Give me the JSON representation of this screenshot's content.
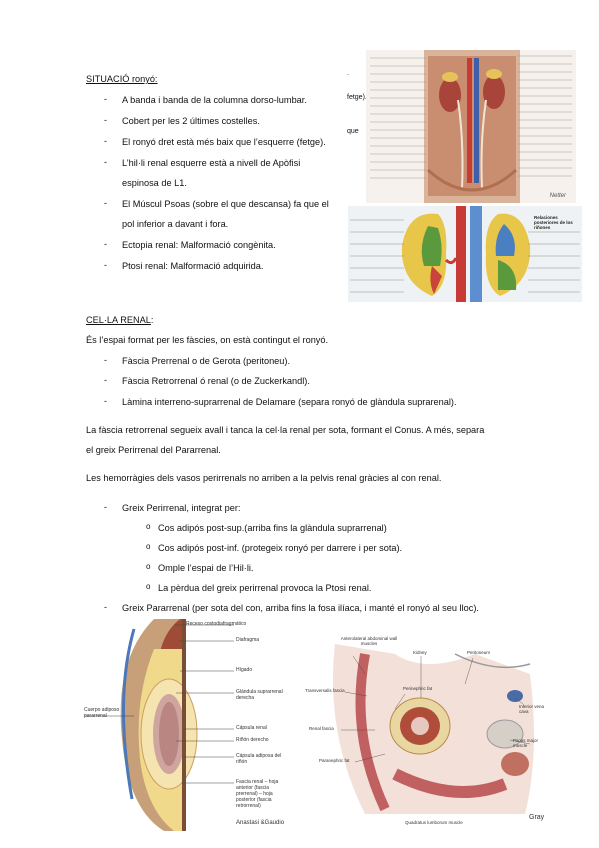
{
  "situacio": {
    "heading": "SITUACIÓ ronyó:",
    "items": [
      "A banda i banda de la columna dorso-lumbar.",
      "Cobert per les 2 últimes costelles.",
      "El ronyó dret està més baix que l’esquerre (fetge).",
      "L’hil·li renal esquerre està a nivell de Apòfisi",
      "espinosa de L1.",
      "El Múscul Psoas (sobre el que descansa) fa que el",
      "pol inferior a davant i fora.",
      "Ectopia renal: Malformació congènita.",
      "Ptosi renal: Malformació adquirida."
    ],
    "edge_fragments": [
      ".",
      "fetge).",
      "que"
    ]
  },
  "cella": {
    "heading": "CEL·LA RENAL",
    "heading_colon": ":",
    "intro": "És l’espai format per les fàscies, on està contingut el ronyó.",
    "items": [
      "Fàscia Prerrenal o de Gerota (peritoneu).",
      "Fàscia Retrorrenal ó renal (o de Zuckerkandl).",
      "Làmina interreno-suprarrenal de Delamare (separa ronyó de glàndula suprarenal)."
    ],
    "para1_line1": "La fàscia retrorrenal segueix avall i tanca la cel·la renal per sota, formant el Conus. A més, separa",
    "para1_line2": "el greix Perirrenal del Pararrenal.",
    "para2": "Les hemorràgies dels vasos perirrenals no arriben a la pelvis renal gràcies al con renal.",
    "greix_perirrenal": "Greix Perirrenal, integrat per:",
    "sub_items": [
      "Cos adipós post-sup.(arriba fins la glàndula suprarrenal)",
      "Cos adipós post-inf. (protegeix ronyó per darrere i per sota).",
      "Omple l’espai de l’Hil·li.",
      "La pèrdua del greix perirrenal provoca la Ptosi renal."
    ],
    "greix_pararrenal": "Greix Pararrenal (per sota del con, arriba fins la fosa ilíaca, i manté el ronyó al seu lloc).",
    "bullet": "-",
    "sub_bullet": "o"
  },
  "figure_top_right": {
    "signature": "Netter"
  },
  "figure_mid_right": {
    "title": "Relaciones posteriores de los riñones"
  },
  "figure_bottom_left": {
    "labels": [
      "Receso costodiafragmático",
      "Diafragma",
      "Hígado",
      "Glándula suprarrenal derecha",
      "Cápsula renal",
      "Riñón derecho",
      "Cápsula adiposa del riñón",
      "Fascia renal – hoja anterior (fascia prerrenal) – hoja posterior (fascia retrorrenal)",
      "Cuerpo adiposo pararrenal"
    ],
    "credit": "Anastasi &Gaudio"
  },
  "figure_bottom_right": {
    "labels": [
      "Anterolateral abdominal wall muscles",
      "Kidney",
      "Peritoneum",
      "Transversalis fascia",
      "Perinephric fat",
      "Inferior vena cava",
      "Renal fascia",
      "Psoas major muscle",
      "Paranephric fat",
      "Quadratus lumborum muscle"
    ],
    "credit": "Gray"
  },
  "colors": {
    "text": "#111111",
    "kidney": "#b8423a",
    "fat": "#e8c74a",
    "bg_fig": "#f4ece4"
  }
}
